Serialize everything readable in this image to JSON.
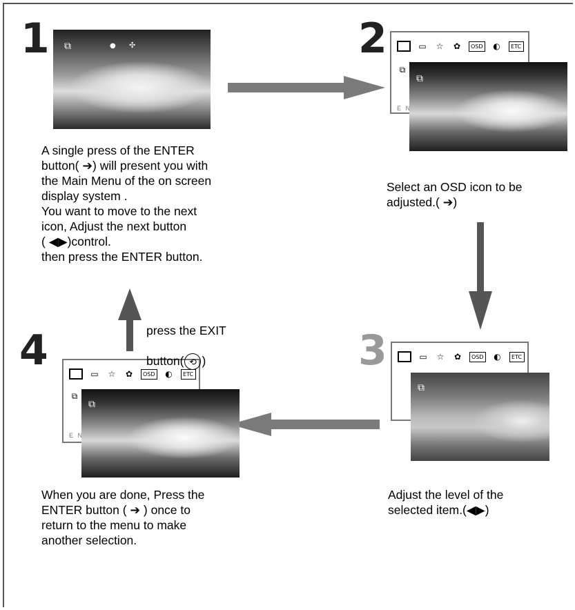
{
  "steps": [
    {
      "number": "1",
      "text": "A single press of the ENTER\nbutton( ➔) will present you with\nthe Main Menu of the on screen\ndisplay system .\nYou want to move to  the next\nicon, Adjust the next button\n( ◀▶)control.\nthen press  the ENTER button."
    },
    {
      "number": "2",
      "text": "Select an OSD icon to be\nadjusted.( ➔)"
    },
    {
      "number": "3",
      "text": "Adjust the level of the\nselected item.(◀▶)"
    },
    {
      "number": "4",
      "text": "When you are done, Press the\nENTER button ( ➔ ) once to\nreturn to the menu to make\nanother selection."
    }
  ],
  "exit_note": {
    "line1": "press  the EXIT",
    "line2": "button(",
    "line2_end": ")"
  },
  "menu": {
    "icons": [
      "picture-icon",
      "size-icon",
      "star-icon",
      "color-icon",
      "osd-icon",
      "globe-icon",
      "etc-icon"
    ],
    "osd_label": "OSD",
    "etc_label": "ETC",
    "footer": "E N"
  },
  "colors": {
    "arrow": "#7a7a7a",
    "vertical_arrow": "#555555",
    "frame": "#555555"
  }
}
